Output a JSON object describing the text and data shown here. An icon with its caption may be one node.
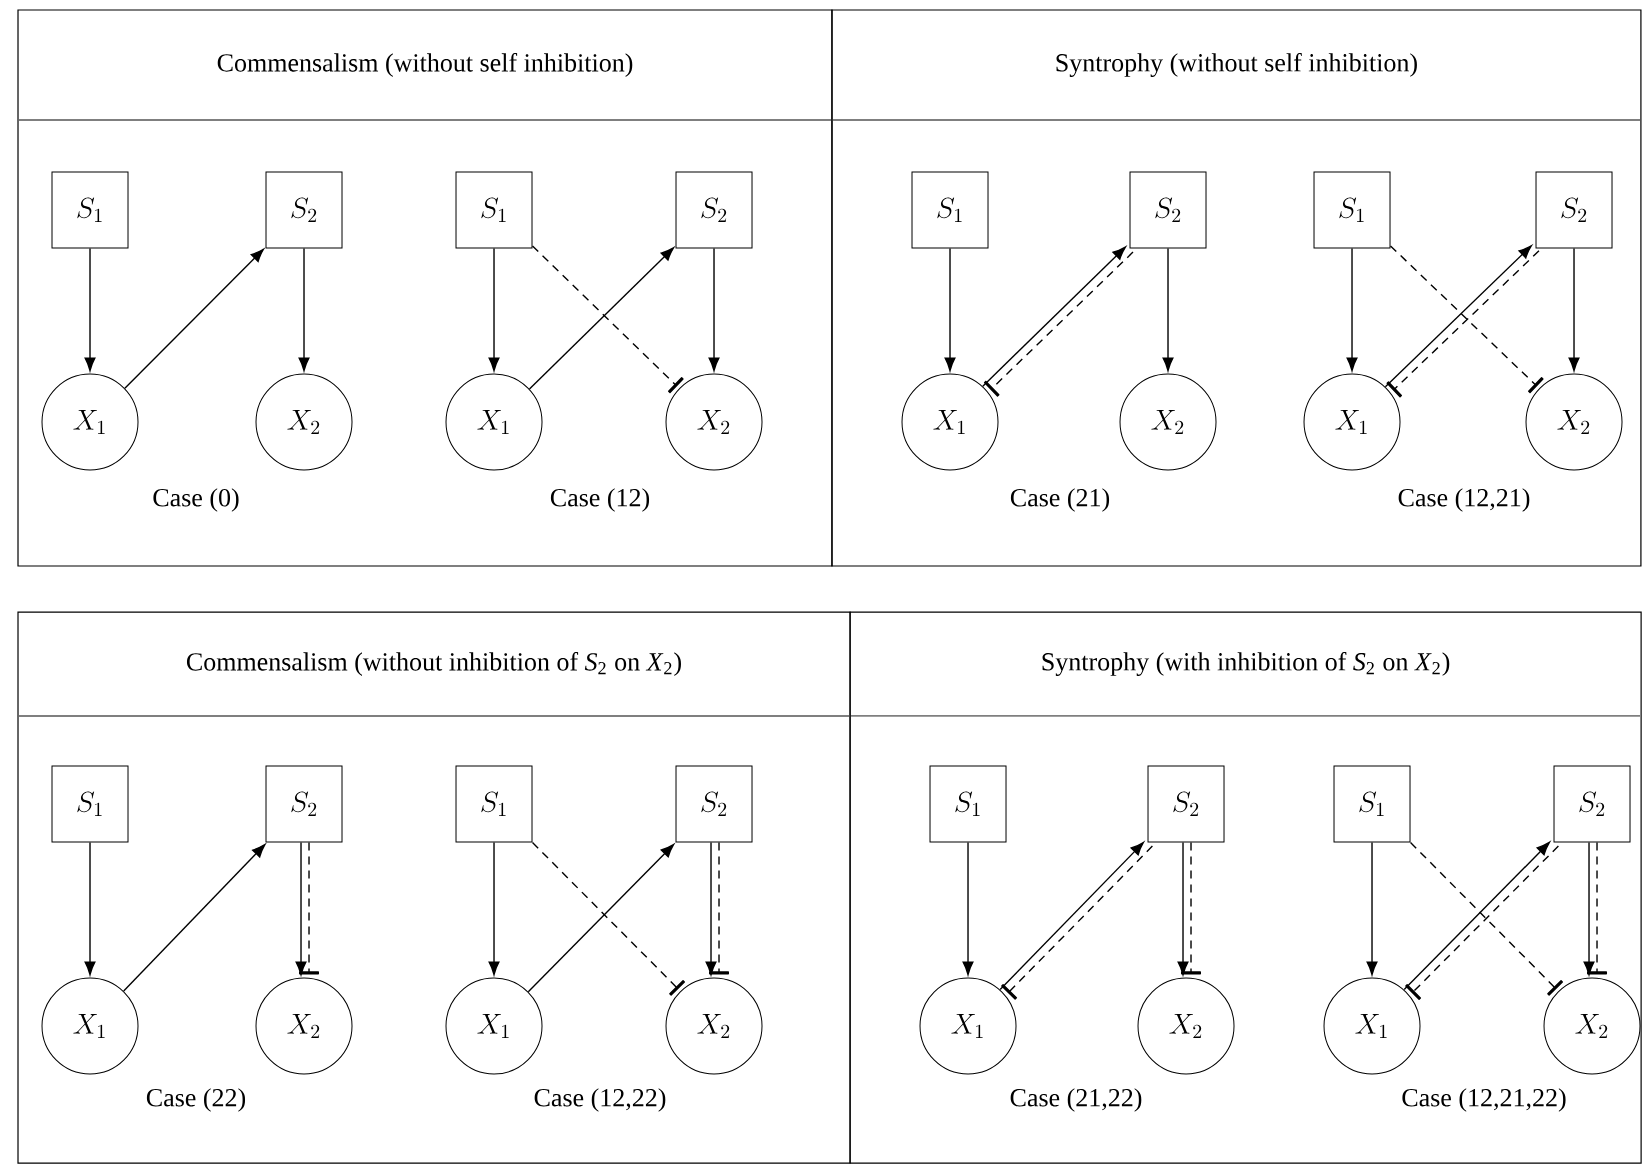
{
  "diagram": {
    "nodes": [
      {
        "text": [
          "Commensalism (without self inhibition)"
        ]
      },
      {
        "text": [
          "S_1"
        ],
        "in": 0
      },
      {
        "text": [
          "S_2"
        ],
        "in": 0
      },
      {
        "text": [
          "X_1"
        ],
        "in": 0
      },
      {
        "text": [
          "X_2"
        ],
        "in": 0
      },
      {
        "text": [
          "S_1"
        ],
        "in": 0
      },
      {
        "text": [
          "S_2"
        ],
        "in": 0
      },
      {
        "text": [
          "X_1"
        ],
        "in": 0
      },
      {
        "text": [
          "X_2"
        ],
        "in": 0
      },
      {
        "text": [
          "Syntrophy (without self inhibition)"
        ]
      },
      {
        "text": [
          "S_1"
        ],
        "in": 9
      },
      {
        "text": [
          "S_2"
        ],
        "in": 9
      },
      {
        "text": [
          "X_1"
        ],
        "in": 9
      },
      {
        "text": [
          "X_2"
        ],
        "in": 9
      },
      {
        "text": [
          "S_1"
        ],
        "in": 9
      },
      {
        "text": [
          "S_2"
        ],
        "in": 9
      },
      {
        "text": [
          "X_1"
        ],
        "in": 9
      },
      {
        "text": [
          "X_2"
        ],
        "in": 9
      },
      {
        "text": [
          "Commensalism (without inhibition of *S*$_{2}$ on *X*$_{2}$)"
        ]
      },
      {
        "text": [
          "S_1"
        ],
        "in": 18
      },
      {
        "text": [
          "S_2"
        ],
        "in": 18
      },
      {
        "text": [
          "X_1"
        ],
        "in": 18
      },
      {
        "text": [
          "X_2"
        ],
        "in": 18
      },
      {
        "text": [
          "S_1"
        ],
        "in": 18
      },
      {
        "text": [
          "S_2"
        ],
        "in": 18
      },
      {
        "text": [
          "X_1"
        ],
        "in": 18
      },
      {
        "text": [
          "X_2"
        ],
        "in": 18
      },
      {
        "text": [
          "Syntrophy (with inhibition of *S*$_{2}$ on *X*$_{2}$)"
        ]
      },
      {
        "text": [
          "S_1"
        ],
        "in": 27
      },
      {
        "text": [
          "S_2"
        ],
        "in": 27
      },
      {
        "text": [
          "X_1"
        ],
        "in": 27
      },
      {
        "text": [
          "X_2"
        ],
        "in": 27
      },
      {
        "text": [
          "S_1"
        ],
        "in": 27
      },
      {
        "text": [
          "S_2"
        ],
        "in": 27
      },
      {
        "text": [
          "X_1"
        ],
        "in": 27
      },
      {
        "text": [
          "X_2"
        ],
        "in": 27
      }
    ],
    "edges": [
      {
        "from": 1,
        "to": 3,
        "arrow": "to"
      },
      {
        "from": 3,
        "to": 2,
        "arrow": "to"
      },
      {
        "from": 2,
        "to": 4,
        "arrow": "to"
      },
      {
        "from": 5,
        "to": 7,
        "arrow": "to"
      },
      {
        "from": 7,
        "to": 6,
        "arrow": "to"
      },
      {
        "from": 6,
        "to": 8,
        "arrow": "to"
      },
      {
        "from": 5,
        "to": 8,
        "arrow": "other",
        "style": "dashed"
      },
      {
        "from": 10,
        "to": 12,
        "arrow": "to"
      },
      {
        "from": 12,
        "to": 11,
        "arrow": "to"
      },
      {
        "from": 11,
        "to": 13,
        "arrow": "to"
      },
      {
        "from": 11,
        "to": 12,
        "arrow": "other",
        "style": "dashed"
      },
      {
        "from": 14,
        "to": 16,
        "arrow": "to"
      },
      {
        "from": 16,
        "to": 15,
        "arrow": "to"
      },
      {
        "from": 15,
        "to": 17,
        "arrow": "to"
      },
      {
        "from": 14,
        "to": 17,
        "arrow": "other",
        "style": "dashed"
      },
      {
        "from": 15,
        "to": 16,
        "arrow": "other",
        "style": "dashed"
      },
      {
        "from": 19,
        "to": 21,
        "arrow": "to"
      },
      {
        "from": 21,
        "to": 20,
        "arrow": "to"
      },
      {
        "from": 20,
        "to": 22,
        "arrow": "to"
      },
      {
        "from": 20,
        "to": 22,
        "arrow": "other",
        "style": "dashed"
      },
      {
        "from": 23,
        "to": 25,
        "arrow": "to"
      },
      {
        "from": 25,
        "to": 24,
        "arrow": "to"
      },
      {
        "from": 24,
        "to": 26,
        "arrow": "to"
      },
      {
        "from": 23,
        "to": 26,
        "arrow": "other",
        "style": "dashed"
      },
      {
        "from": 24,
        "to": 26,
        "arrow": "other",
        "style": "dashed"
      },
      {
        "from": 28,
        "to": 30,
        "arrow": "to"
      },
      {
        "from": 30,
        "to": 29,
        "arrow": "to"
      },
      {
        "from": 29,
        "to": 31,
        "arrow": "to"
      },
      {
        "from": 29,
        "to": 30,
        "arrow": "other",
        "style": "dashed"
      },
      {
        "from": 29,
        "to": 31,
        "arrow": "other",
        "style": "dashed"
      },
      {
        "from": 32,
        "to": 34,
        "arrow": "to"
      },
      {
        "from": 34,
        "to": 33,
        "arrow": "to"
      },
      {
        "from": 33,
        "to": 35,
        "arrow": "to"
      },
      {
        "from": 32,
        "to": 35,
        "arrow": "other",
        "style": "dashed"
      },
      {
        "from": 33,
        "to": 34,
        "arrow": "other",
        "style": "dashed"
      },
      {
        "from": 33,
        "to": 35,
        "arrow": "other",
        "style": "dashed"
      }
    ],
    "labels": [
      "Case (0)",
      "Case (12)",
      "Case (21)",
      "Case (12,21)",
      "Case (22)",
      "Case (12,22)",
      "Case (21,22)",
      "Case (12,21,22)"
    ]
  }
}
